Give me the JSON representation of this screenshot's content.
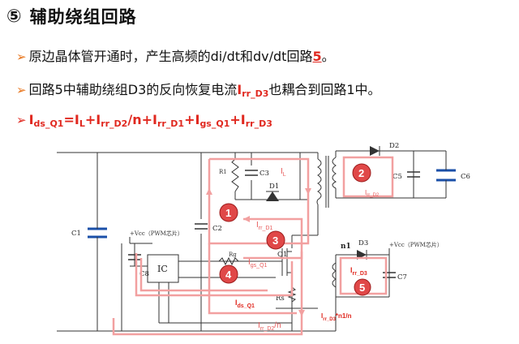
{
  "header": {
    "number": "⑤",
    "title": "辅助绕组回路"
  },
  "bullets": [
    {
      "pre": "原边晶体管开通时，产生高频的di/dt和dv/dt回路",
      "emph": "5",
      "post": "。"
    },
    {
      "pre": "回路5中辅助绕组D3的反向恢复电流",
      "emph_main": "I",
      "emph_sub": "rr_D3",
      "post": "也耦合到回路1中。"
    }
  ],
  "formula": {
    "t1": "I",
    "s1": "ds_Q1",
    "t2": "=I",
    "s2": "L",
    "t3": "+I",
    "s3": "rr_D2",
    "t4": "/n+I",
    "s4": "rr_D1",
    "t5": "+I",
    "s5": "gs_Q1",
    "t6": "+I",
    "s6": "rr_D3"
  },
  "diagram": {
    "labels": {
      "d2": "D2",
      "d1": "D1",
      "d3": "D3",
      "c1": "C1",
      "c2": "C2",
      "c3": "C3",
      "c5": "C5",
      "c6": "C6",
      "c7": "C7",
      "c8": "C8",
      "r1": "R1",
      "rg": "Rg",
      "rs": "Rs",
      "q1": "Q1",
      "ic": "IC",
      "n1": "n1",
      "vcc_left": "+Vcc（PWM芯片）",
      "vcc_right": "+Vcc（PWM芯片）"
    },
    "currents": {
      "il_main": "I",
      "il_sub": "L",
      "rr_d1_main": "I",
      "rr_d1_sub": "rr_D1",
      "rr_d2_box_main": "I",
      "rr_d2_box_sub": "rr_D2",
      "gs_main": "I",
      "gs_sub": "gs_Q1",
      "ds_main": "I",
      "ds_sub": "ds_Q1",
      "rr_d2n_main": "I",
      "rr_d2n_sub": "rr_D2",
      "rr_d2n_post": "/n",
      "rr_d3_main": "I",
      "rr_d3_sub": "rr_D3",
      "rr_d3n_main": "I",
      "rr_d3n_sub": "rr_D3",
      "rr_d3n_post": "*n1/n"
    },
    "loops": [
      "1",
      "2",
      "3",
      "4",
      "5"
    ]
  },
  "colors": {
    "accent_red": "#e0281f",
    "loop_pink": "#f2a0a0",
    "loop_circle": "#e04848",
    "arrow_orange": "#e8761e"
  }
}
